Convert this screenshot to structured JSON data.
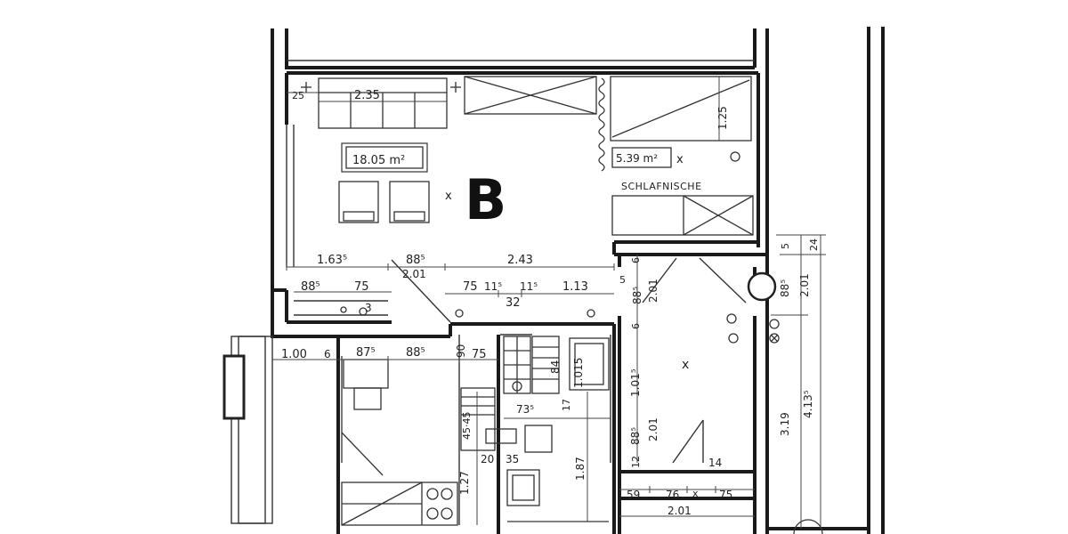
{
  "unit_letter": "B",
  "areas": {
    "living": "18.05 m²",
    "sleeping": "5.39 m²"
  },
  "rooms": {
    "sleeping_niche": "SCHLAFNISCHE"
  },
  "marks": {
    "x": "x"
  },
  "dims": {
    "sofa_width": "2.35",
    "wall_left_top": "25",
    "niche_depth": "1.25",
    "d_163": "1.63⁵",
    "d_885_a": "88⁵",
    "d_243": "2.43",
    "d_201_a": "2.01",
    "d_885_b": "88⁵",
    "d_75_a": "75",
    "d_75_b": "75",
    "d_115_a": "11⁵",
    "d_115_b": "11⁵",
    "d_113": "1.13",
    "d_32": "32",
    "d_3": "3",
    "d_5": "5",
    "d_885_c": "88⁵",
    "d_201_b": "2.01",
    "d_6_a": "6",
    "d_6_b": "6",
    "d_100": "1.00",
    "d_6_c": "6",
    "d_875": "87⁵",
    "d_885_d": "88⁵",
    "d_90": "90",
    "d_75_c": "75",
    "d_84": "84",
    "d_1015_a": "1.015",
    "d_1015_b": "1.01⁵",
    "d_17": "17",
    "d_735": "73⁵",
    "d_885_e": "88⁵",
    "d_201_c": "2.01",
    "d_127": "1.27",
    "d_187": "1.87",
    "d_20": "20",
    "d_35": "35",
    "d_12": "12",
    "d_14": "14",
    "d_59": "59",
    "d_76": "76",
    "d_75_d": "75",
    "d_201_d": "2.01",
    "d_885_f": "88⁵",
    "d_201_e": "2.01",
    "d_319": "3.19",
    "d_4135": "4.13⁵",
    "d_24": "24",
    "d_5b": "5",
    "d_4545": "45·45"
  }
}
